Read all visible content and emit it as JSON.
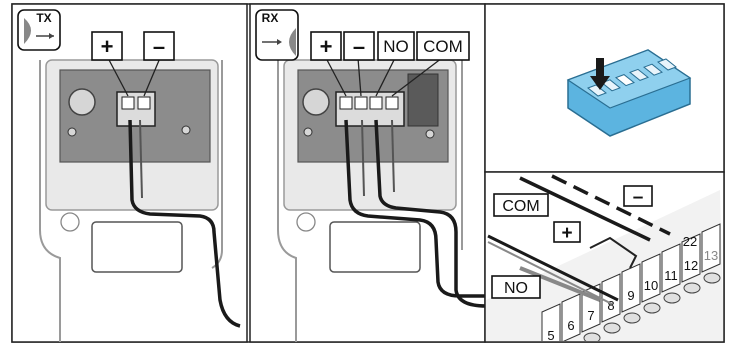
{
  "tx_panel": {
    "badge": "TX",
    "terminals": [
      "+",
      "–"
    ]
  },
  "rx_panel": {
    "badge": "RX",
    "terminals": [
      "+",
      "–",
      "NO",
      "COM"
    ]
  },
  "dip_switch": {
    "count": 6,
    "selected_index": 3
  },
  "terminal_block": {
    "wire_labels": [
      "COM",
      "+",
      "–",
      "NO"
    ],
    "numbers": [
      "5",
      "6",
      "7",
      "8",
      "9",
      "10",
      "11",
      "12",
      "13"
    ],
    "extra_marks": [
      "22"
    ]
  },
  "colors": {
    "housing_gray": "#c8c8c8",
    "dark_gray": "#8c8c8c",
    "wire": "#1a1a1a",
    "dip_blue": "#5cb4e0",
    "line": "#111111"
  }
}
